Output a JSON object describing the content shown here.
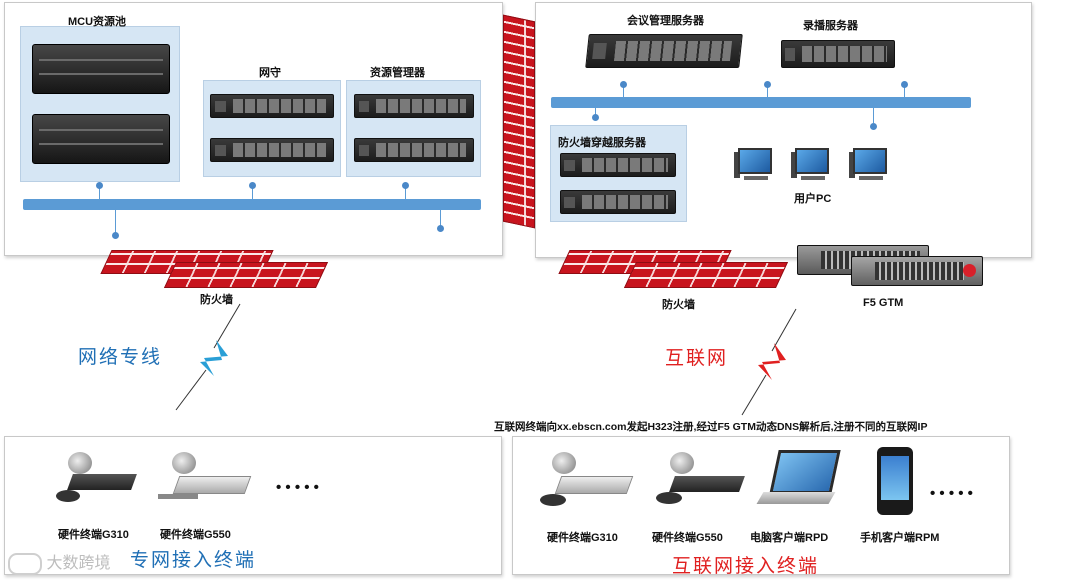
{
  "left_panel": {
    "mcu_label": "MCU资源池",
    "gatekeeper_label": "网守",
    "resource_mgr_label": "资源管理器"
  },
  "right_panel": {
    "conf_mgmt_label": "会议管理服务器",
    "recording_label": "录播服务器",
    "firewall_traversal_label": "防火墙穿越服务器",
    "user_pc_label": "用户PC"
  },
  "firewall_left_label": "防火墙",
  "firewall_right_label": "防火墙",
  "f5_label": "F5 GTM",
  "private_line_label": "网络专线",
  "internet_label": "互联网",
  "internet_note": "互联网终端向xx.ebscn.com发起H323注册,经过F5 GTM动态DNS解析后,注册不同的互联网IP",
  "bottom_left": {
    "terminal1": "硬件终端G310",
    "terminal2": "硬件终端G550",
    "ellipsis": "• • • • •",
    "title": "专网接入终端"
  },
  "bottom_right": {
    "terminal1": "硬件终端G310",
    "terminal2": "硬件终端G550",
    "pc_client": "电脑客户端RPD",
    "mobile_client": "手机客户端RPM",
    "ellipsis": "• • • • •",
    "title": "互联网接入终端"
  },
  "watermark": "大数跨境",
  "colors": {
    "bus": "#5b9bd5",
    "firewall": "#c8141e",
    "private_line_text": "#1f6fb5",
    "internet_text": "#e02020"
  }
}
